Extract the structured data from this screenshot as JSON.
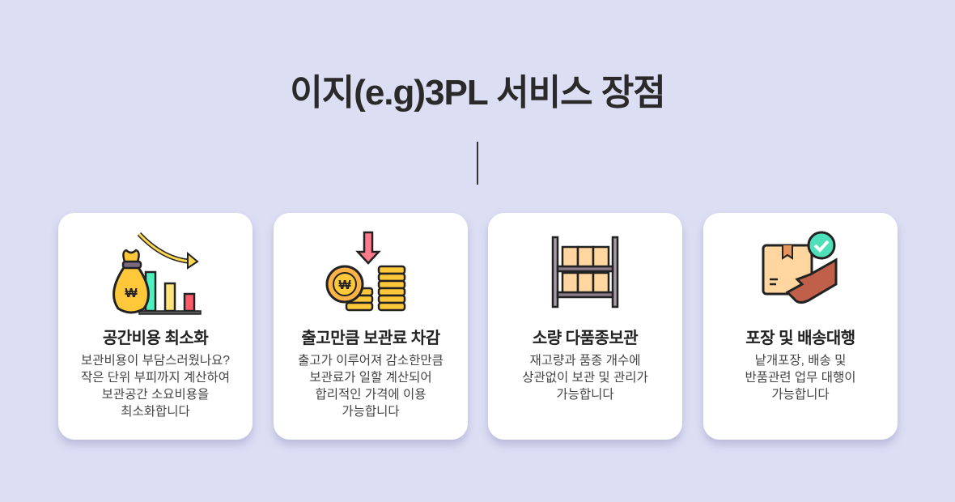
{
  "title": "이지(e.g)3PL 서비스 장점",
  "cards": [
    {
      "icon": "money-bag-chart-down-icon",
      "title": "공간비용 최소화",
      "lines": [
        "보관비용이 부담스러웠나요?",
        "작은 단위 부피까지 계산하여",
        "보관공간 소요비용을",
        "최소화합니다"
      ]
    },
    {
      "icon": "coins-down-arrow-icon",
      "title": "출고만큼 보관료 차감",
      "lines": [
        "출고가 이루어져 감소한만큼",
        "보관료가 일할 계산되어",
        "합리적인 가격에 이용",
        "가능합니다"
      ]
    },
    {
      "icon": "warehouse-shelf-icon",
      "title": "소량 다품종보관",
      "lines": [
        "재고량과 품종 개수에",
        "상관없이 보관 및 관리가",
        "가능합니다"
      ]
    },
    {
      "icon": "package-delivery-icon",
      "title": "포장 및 배송대행",
      "lines": [
        "낱개포장, 배송 및",
        "반품관련 업무 대행이",
        "가능합니다"
      ]
    }
  ]
}
